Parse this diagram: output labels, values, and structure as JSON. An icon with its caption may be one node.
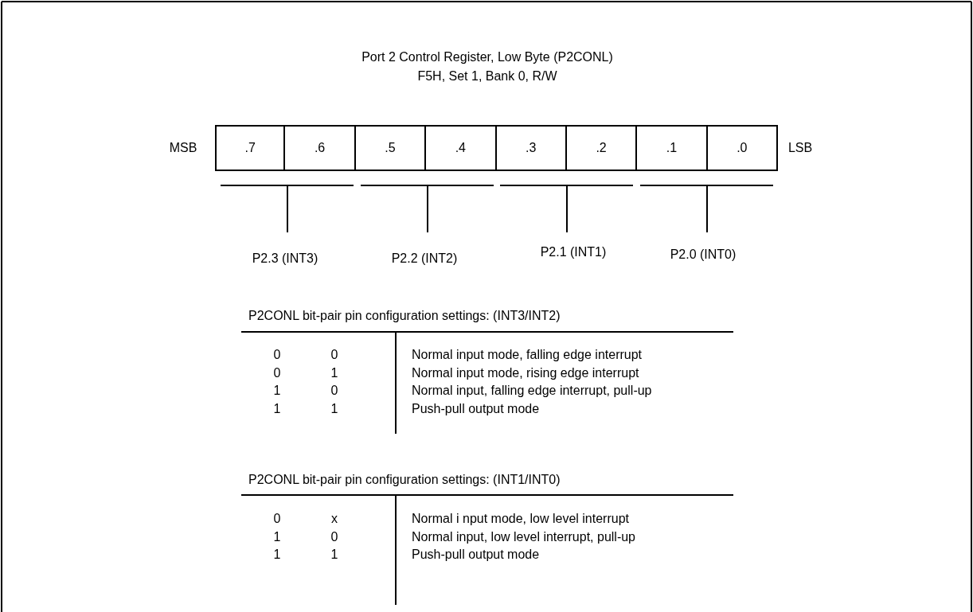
{
  "diagram": {
    "title": "Port 2 Control Register, Low Byte (P2CONL)",
    "nodes": [
      {
        "text": [
          ".7"
        ]
      },
      {
        "text": [
          ".6"
        ]
      },
      {
        "text": [
          ".5"
        ]
      },
      {
        "text": [
          ".4"
        ]
      },
      {
        "text": [
          ".3"
        ]
      },
      {
        "text": [
          ".2"
        ]
      },
      {
        "text": [
          ".1"
        ]
      },
      {
        "text": [
          ".0"
        ]
      }
    ],
    "labels": [
      "F5H, Set 1, Bank 0, R/W",
      "MSB",
      "LSB",
      "P2.3 (INT3)",
      "P2.2 (INT2)",
      "P2.1 (INT1)",
      "P2.0 (INT0)",
      "P2CONL bit-pair pin configuration settings: (INT3/INT2)",
      "0",
      "0",
      "Normal input mode, falling edge interrupt",
      "0",
      "1",
      "Normal input mode, rising edge interrupt",
      "1",
      "0",
      "Normal input, falling edge interrupt, pull-up",
      "1",
      "1",
      "Push-pull output mode",
      "P2CONL bit-pair pin configuration settings: (INT1/INT0)",
      "0",
      "x",
      "Normal i nput mode, low level interrupt",
      "1",
      "0",
      "Normal input, low level interrupt, pull-up",
      "1",
      "1",
      "Push-pull output mode"
    ]
  }
}
